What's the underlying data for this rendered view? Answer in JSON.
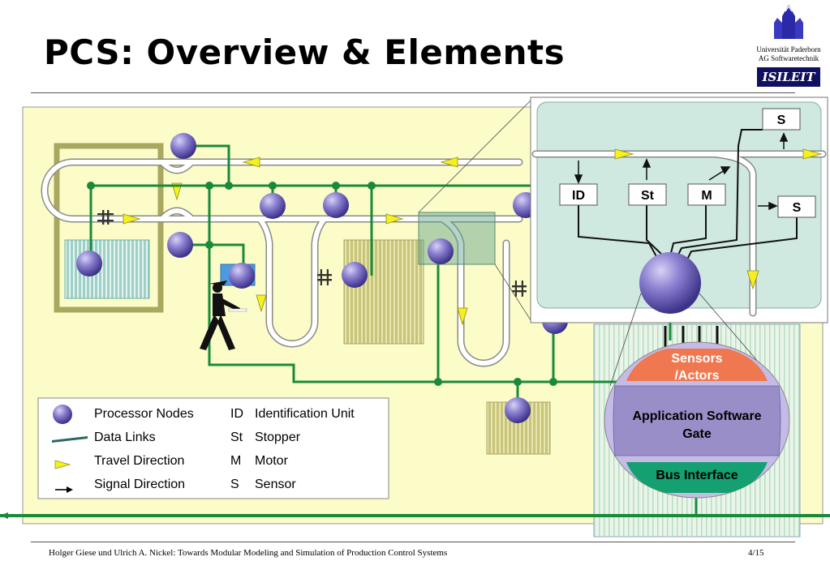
{
  "slide": {
    "title": "PCS: Overview & Elements",
    "university_line1": "Universität Paderborn",
    "university_line2": "AG Softwaretechnik",
    "logo_text": "ISILEIT",
    "footer": "Holger Giese und Ulrich A. Nickel: Towards Modular Modeling and Simulation of Production Control Systems",
    "page": "4/15"
  },
  "legend": {
    "processor_nodes": "Processor Nodes",
    "data_links": "Data Links",
    "travel_direction": "Travel Direction",
    "signal_direction": "Signal Direction",
    "abbr": [
      {
        "code": "ID",
        "meaning": "Identification Unit"
      },
      {
        "code": "St",
        "meaning": "Stopper"
      },
      {
        "code": "M",
        "meaning": "Motor"
      },
      {
        "code": "S",
        "meaning": "Sensor"
      }
    ]
  },
  "detail": {
    "id": "ID",
    "st": "St",
    "m": "M",
    "s_top": "S",
    "s_right": "S"
  },
  "node_layers": {
    "sensors_line1": "Sensors",
    "sensors_line2": "/Actors",
    "app_line1": "Application Software",
    "app_line2": "Gate",
    "bus": "Bus Interface"
  },
  "colors": {
    "plant_background": "#fcfcc8",
    "data_link": "#1a8a3a",
    "processor_node": "#7b6fc0",
    "travel_arrow": "#f5f01e",
    "detail_background": "#cfe8e0",
    "sensors_layer": "#f07850",
    "app_layer": "#9a8ec8",
    "bus_layer": "#14a070"
  }
}
